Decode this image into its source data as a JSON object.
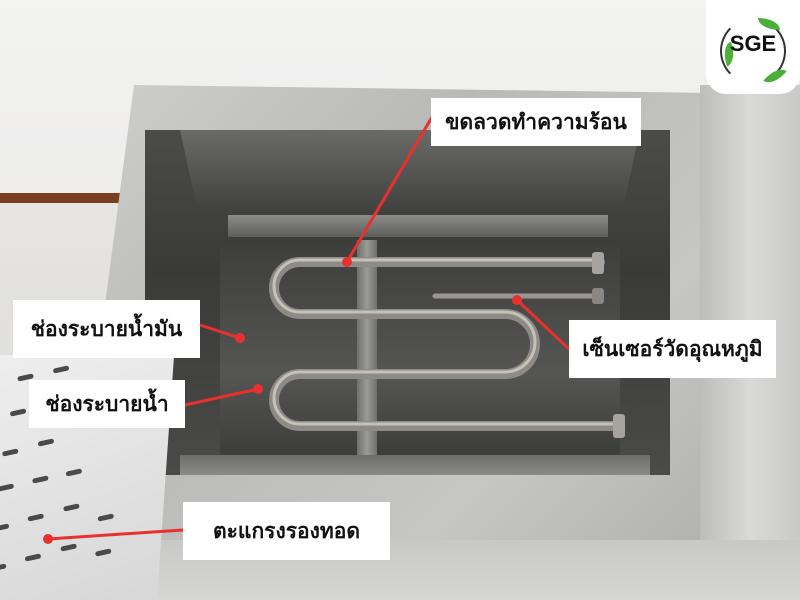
{
  "image": {
    "subject": "stainless steel electric deep fryer (top view) with labeled components",
    "brand_logo": {
      "text": "SGE",
      "leaf_color": "#4caf3a"
    },
    "accent_color": "#e8312f"
  },
  "labels": [
    {
      "id": "heating-element",
      "text": "ขดลวดทำความร้อน"
    },
    {
      "id": "oil-drain",
      "text": "ช่องระบายน้ำมัน"
    },
    {
      "id": "water-drain",
      "text": "ช่องระบายน้ำ"
    },
    {
      "id": "temperature-sensor",
      "text": "เซ็นเซอร์วัดอุณหภูมิ"
    },
    {
      "id": "frying-rack",
      "text": "ตะแกรงรองทอด"
    }
  ]
}
